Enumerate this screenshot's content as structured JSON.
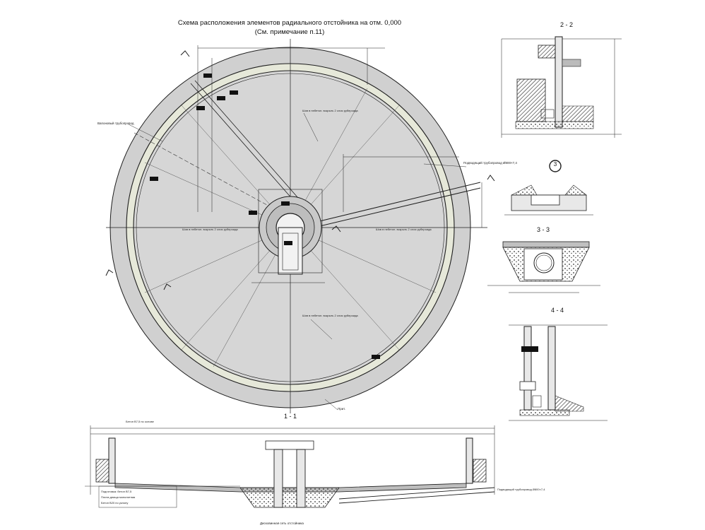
{
  "title": {
    "line1": "Схема расположения элементов радиального отстойника на отм. 0,000",
    "line2": "(См. примечание п.11)"
  },
  "sections": {
    "s22": "2 - 2",
    "s33": "3 - 3",
    "s44": "4 - 4",
    "s11": "1 - 1",
    "node3": "3"
  },
  "plan": {
    "note_slab_top": "Шов в небетон. вскрыть 2 слоя рубероида",
    "note_slab_left": "Шов в небетон. вскрыть 2 слоя рубероида",
    "note_slab_right": "Шов в небетон. вскрыть 2 слоя рубероида",
    "note_slab_bottom": "Шов в небетон. вскрыть 2 слоя рубероида",
    "note_pipe_left": "Вапоновый трубопровод",
    "note_pipe_right": "Подводящий трубопровод Ø800×7,4",
    "label_pt": "Прит."
  },
  "section11": {
    "left_note": "Бетон В7,5 по основе",
    "right_note": "Подводящий трубопровод Ø800×7,4",
    "bottom_note": "Дисковинная сеть отстойника",
    "legend_1": "Подготовка: бетон В7,5",
    "legend_2": "Плита днища монолитная",
    "legend_3": "Бетон В20 по уклону"
  },
  "colors": {
    "slab": "#d0d0d0",
    "ring": "#e6e8d9",
    "line": "#1e1e1e",
    "hatch": "#222222"
  }
}
